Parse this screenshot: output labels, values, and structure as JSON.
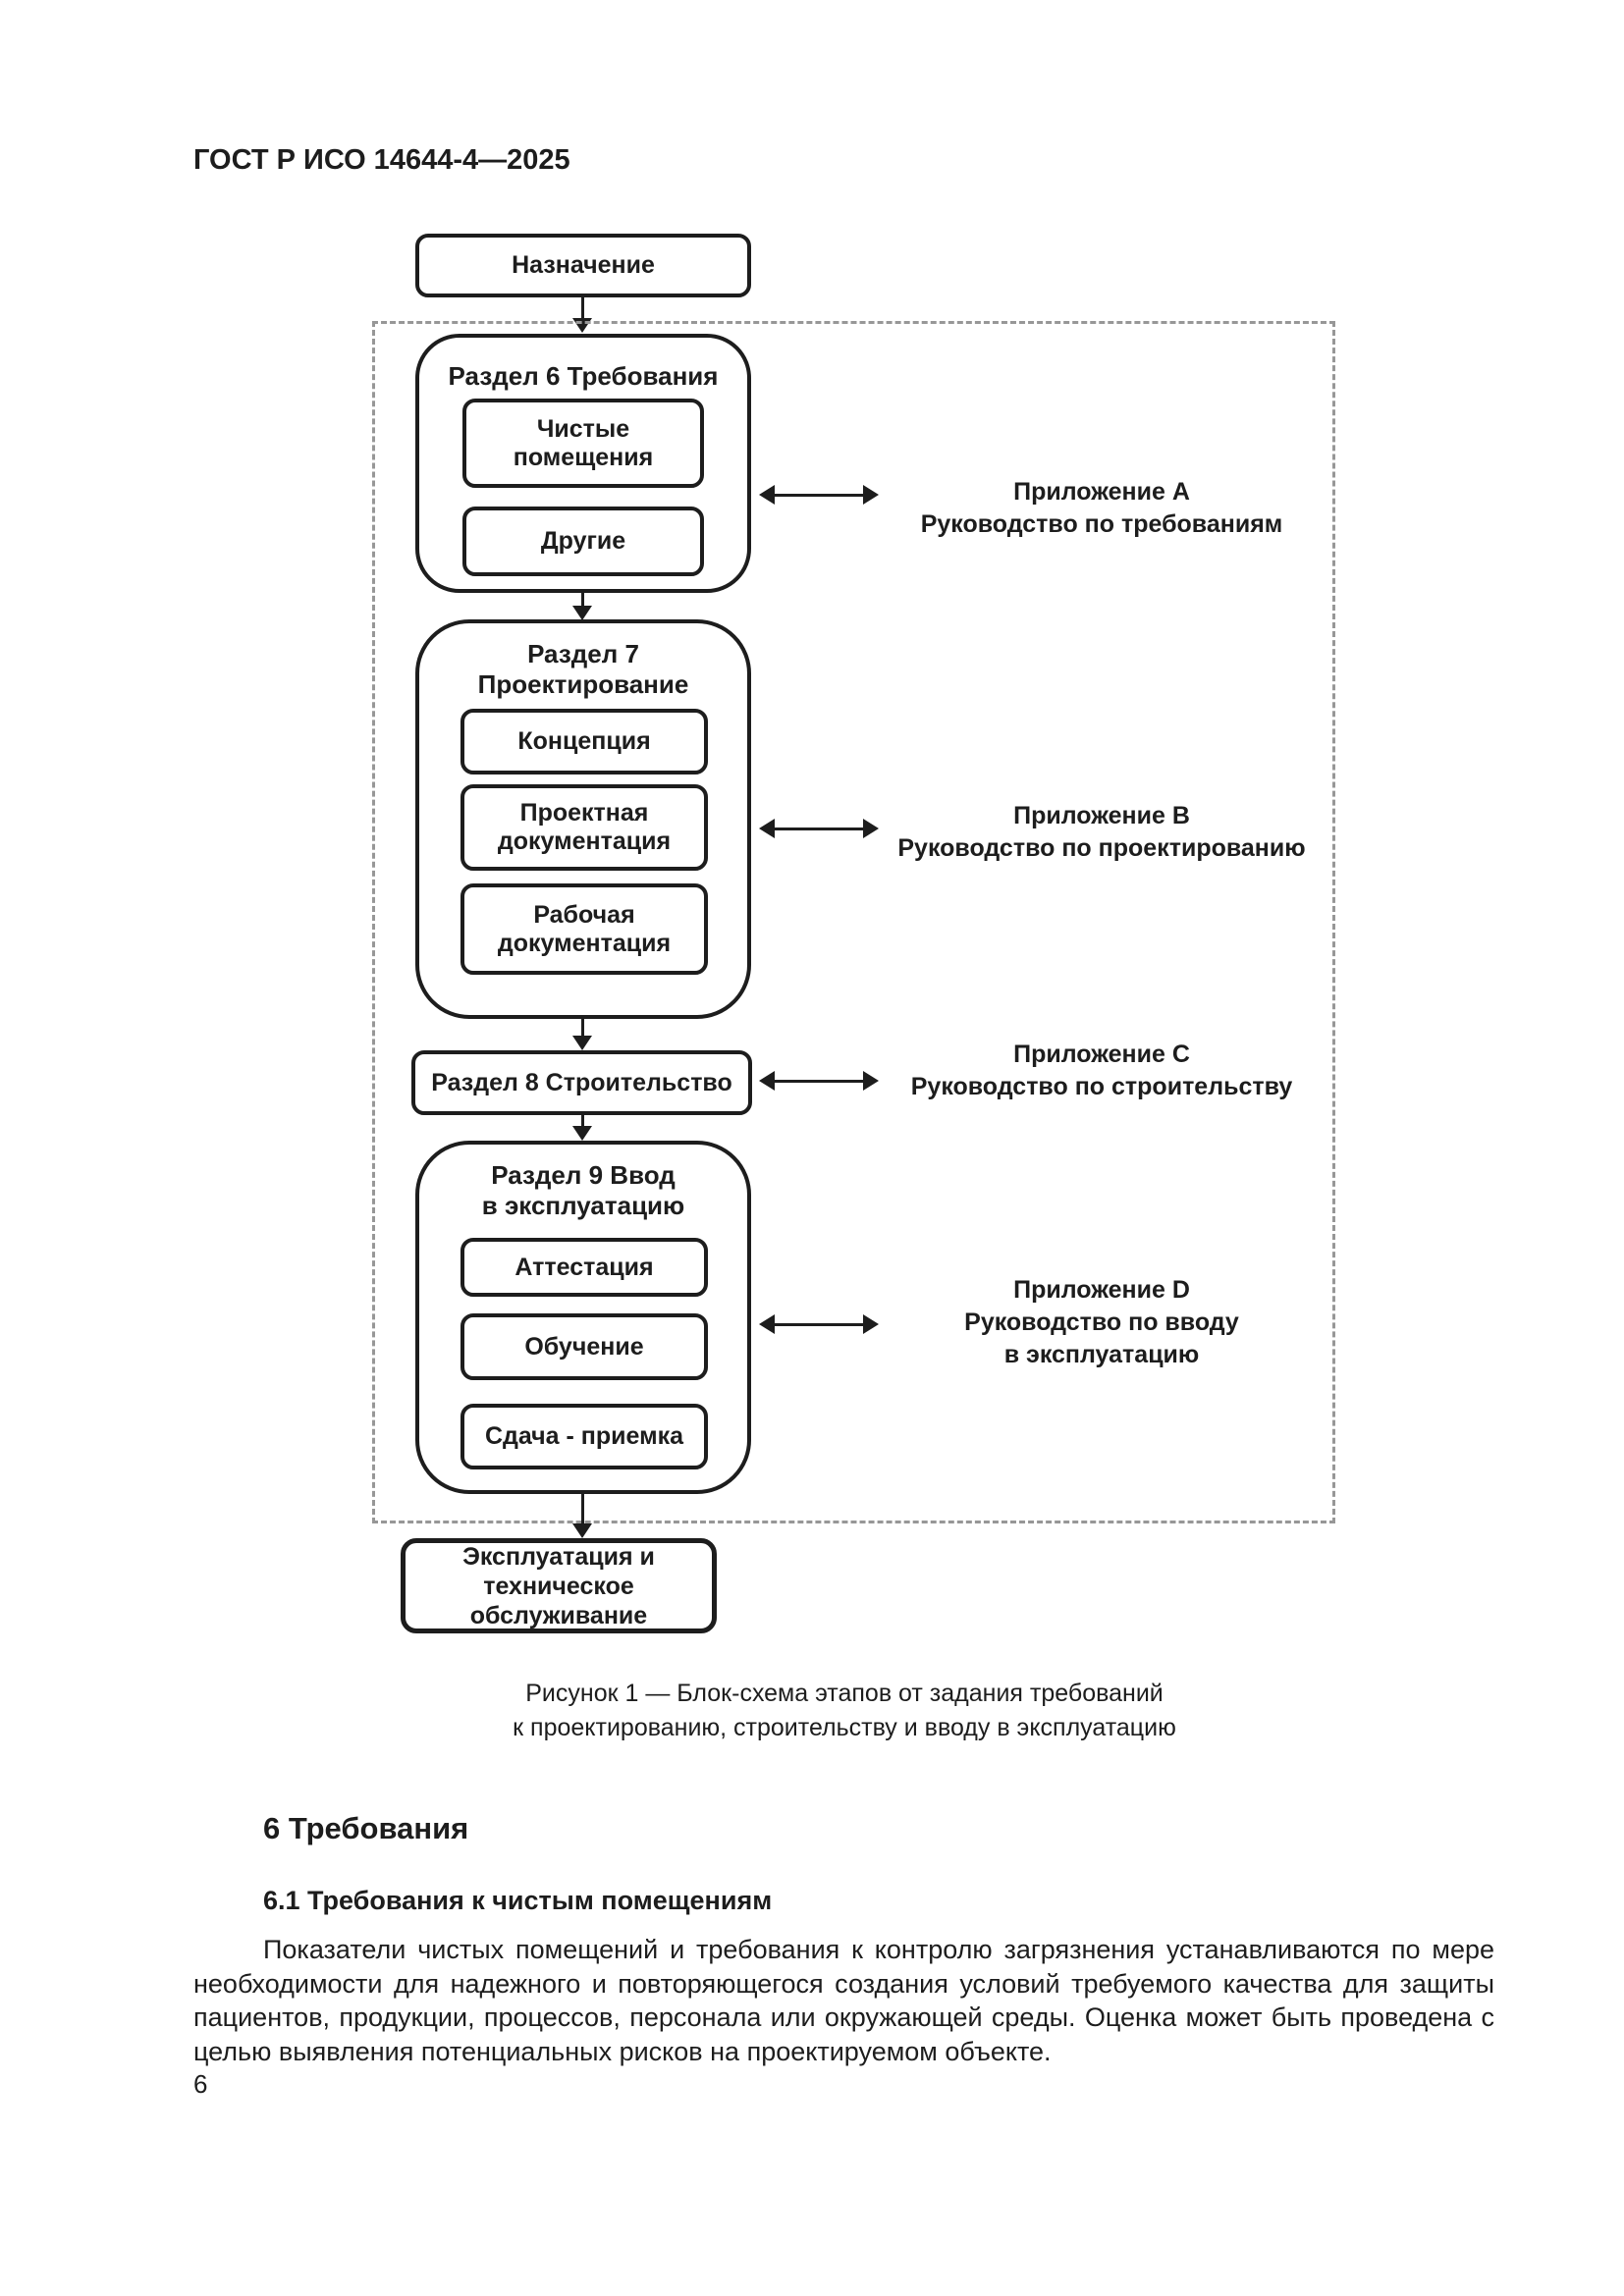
{
  "header": {
    "document_code": "ГОСТ Р ИСО 14644-4—2025"
  },
  "figure": {
    "start_box": "Назначение",
    "sections": [
      {
        "title": "Раздел 6 Требования",
        "items": [
          "Чистые\nпомещения",
          "Другие"
        ]
      },
      {
        "title": "Раздел 7\nПроектирование",
        "items": [
          "Концепция",
          "Проектная\nдокументация",
          "Рабочая\nдокументация"
        ]
      },
      {
        "title": "Раздел 8 Строительство",
        "items": []
      },
      {
        "title": "Раздел 9 Ввод\nв эксплуатацию",
        "items": [
          "Аттестация",
          "Обучение",
          "Сдача - приемка"
        ]
      }
    ],
    "annexes": [
      "Приложение A\nРуководство по требованиям",
      "Приложение B\nРуководство по проектированию",
      "Приложение C\nРуководство по строительству",
      "Приложение D\nРуководство по вводу\nв эксплуатацию"
    ],
    "end_box": "Эксплуатация и\nтехническое\nобслуживание",
    "caption": "Рисунок 1 — Блок-схема этапов от задания требований\nк проектированию, строительству и вводу в эксплуатацию"
  },
  "body": {
    "section_heading": "6 Требования",
    "subsection_heading": "6.1 Требования к чистым помещениям",
    "paragraph": "Показатели чистых помещений и требования к контролю загрязнения устанавливаются по мере необходимости для надежного и повторяющегося создания условий требуемого качества для защиты пациентов, продукции, процессов, персонала или окружающей среды. Оценка может быть проведена с целью выявления потенциальных рисков на проектируемом объекте.",
    "page_number": "6"
  },
  "colors": {
    "ink": "#1d1d1d",
    "dashed_border": "#979797",
    "background": "#ffffff"
  }
}
